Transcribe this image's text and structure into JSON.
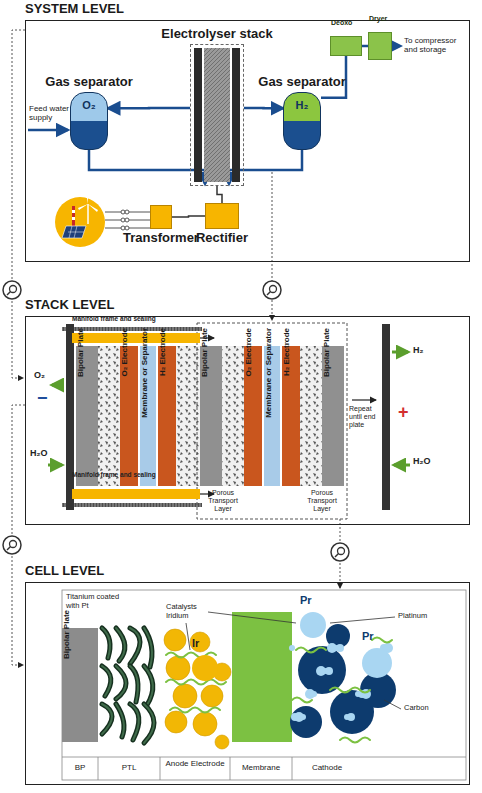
{
  "diagram": {
    "nodes": [
      {
        "text": [
          "SYSTEM LEVEL"
        ]
      },
      {
        "text": [
          "Gas separator",
          "O₂"
        ],
        "in": 0
      },
      {
        "text": [
          "Electrolyser stack"
        ],
        "in": 0
      },
      {
        "text": [
          "Gas separator",
          "H₂"
        ],
        "in": 0
      },
      {
        "text": [
          "Deoxo"
        ],
        "in": 0
      },
      {
        "text": [
          "Dryer"
        ],
        "in": 0
      },
      {
        "text": [
          "Transformer"
        ],
        "in": 0
      },
      {
        "text": [
          "Rectifier"
        ],
        "in": 0
      },
      {
        "text": [
          "STACK LEVEL"
        ]
      },
      {
        "text": [
          "Manifold frame and sealing"
        ],
        "in": 8
      },
      {
        "text": [
          "Bipolar Plate"
        ],
        "in": 8
      },
      {
        "text": [
          "O₂ Electrode"
        ],
        "in": 8
      },
      {
        "text": [
          "Membrane or Separator"
        ],
        "in": 8
      },
      {
        "text": [
          "H₂ Electrode"
        ],
        "in": 8
      },
      {
        "text": [
          "Bipolar Plate"
        ],
        "in": 8
      },
      {
        "text": [
          "O₂ Electrode"
        ],
        "in": 8
      },
      {
        "text": [
          "Membrane or Separator"
        ],
        "in": 8
      },
      {
        "text": [
          "H₂ Electrode"
        ],
        "in": 8
      },
      {
        "text": [
          "Bipolar Plate"
        ],
        "in": 8
      },
      {
        "text": [
          "Manifold frame and sealing"
        ],
        "in": 8
      },
      {
        "text": [
          "CELL LEVEL"
        ]
      },
      {
        "text": [
          "Bipolar Plate"
        ],
        "in": 20
      },
      {
        "text": [
          "Ir"
        ],
        "in": 20
      },
      {
        "text": [
          "Pr"
        ],
        "in": 20
      },
      {
        "text": [
          "Pr"
        ],
        "in": 20
      }
    ],
    "edges": [
      {
        "from": 2,
        "to": 1,
        "arrow": "to"
      },
      {
        "from": 2,
        "to": 3,
        "arrow": "to"
      },
      {
        "from": 3,
        "to": 4,
        "arrow": "none"
      },
      {
        "from": 4,
        "to": 5,
        "arrow": "none"
      },
      {
        "from": 6,
        "to": 7,
        "arrow": "none"
      },
      {
        "from": 7,
        "to": 2,
        "arrow": "none"
      }
    ],
    "labels": [
      "Feed water supply",
      "To compressor and storage",
      "O₂",
      "−",
      "H₂O",
      "Porous Transport Layer",
      "Porous Transport Layer",
      "Repeat until end plate",
      "H₂",
      "+",
      "H₂O",
      "Titanium coated with Pt",
      "Catalysts Iridium",
      "Platinum",
      "Carbon",
      "BP",
      "PTL",
      "Anode Electrode",
      "Membrane",
      "Cathode"
    ]
  }
}
